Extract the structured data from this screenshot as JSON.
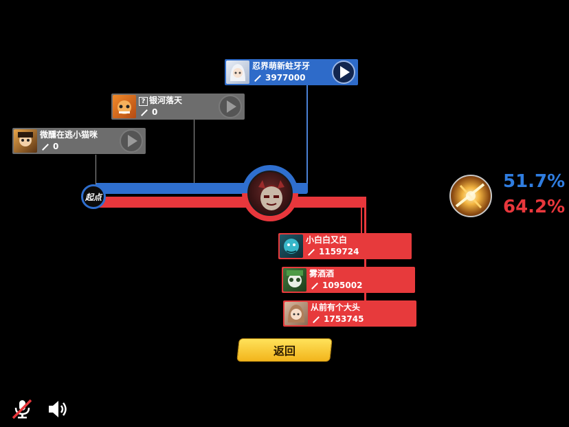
{
  "map": {
    "start_label": "起点"
  },
  "blue_team": [
    {
      "name": "微醺在逃小猫咪",
      "score": "0",
      "has_question": false,
      "active": false
    },
    {
      "name": "银河落天",
      "score": "0",
      "has_question": true,
      "active": false
    },
    {
      "name": "忍界萌新蛀牙牙",
      "score": "3977000",
      "has_question": false,
      "active": true
    }
  ],
  "red_team": [
    {
      "name": "小白白又白",
      "score": "1159724"
    },
    {
      "name": "雾酒酒",
      "score": "1095002"
    },
    {
      "name": "从前有个大头",
      "score": "1753745"
    }
  ],
  "stats": {
    "blue_percent": "51.7%",
    "red_percent": "64.2%"
  },
  "buttons": {
    "back_label": "返回"
  },
  "icons": {
    "play": "play-icon",
    "sword": "sword-icon",
    "mic_muted": "mic-muted-icon",
    "speaker": "speaker-icon",
    "question": "question-mark-icon"
  },
  "colors": {
    "blue": "#2e6bc9",
    "red": "#e73a3c",
    "gray": "#6d6d6d",
    "gold": "#f2b51c"
  }
}
